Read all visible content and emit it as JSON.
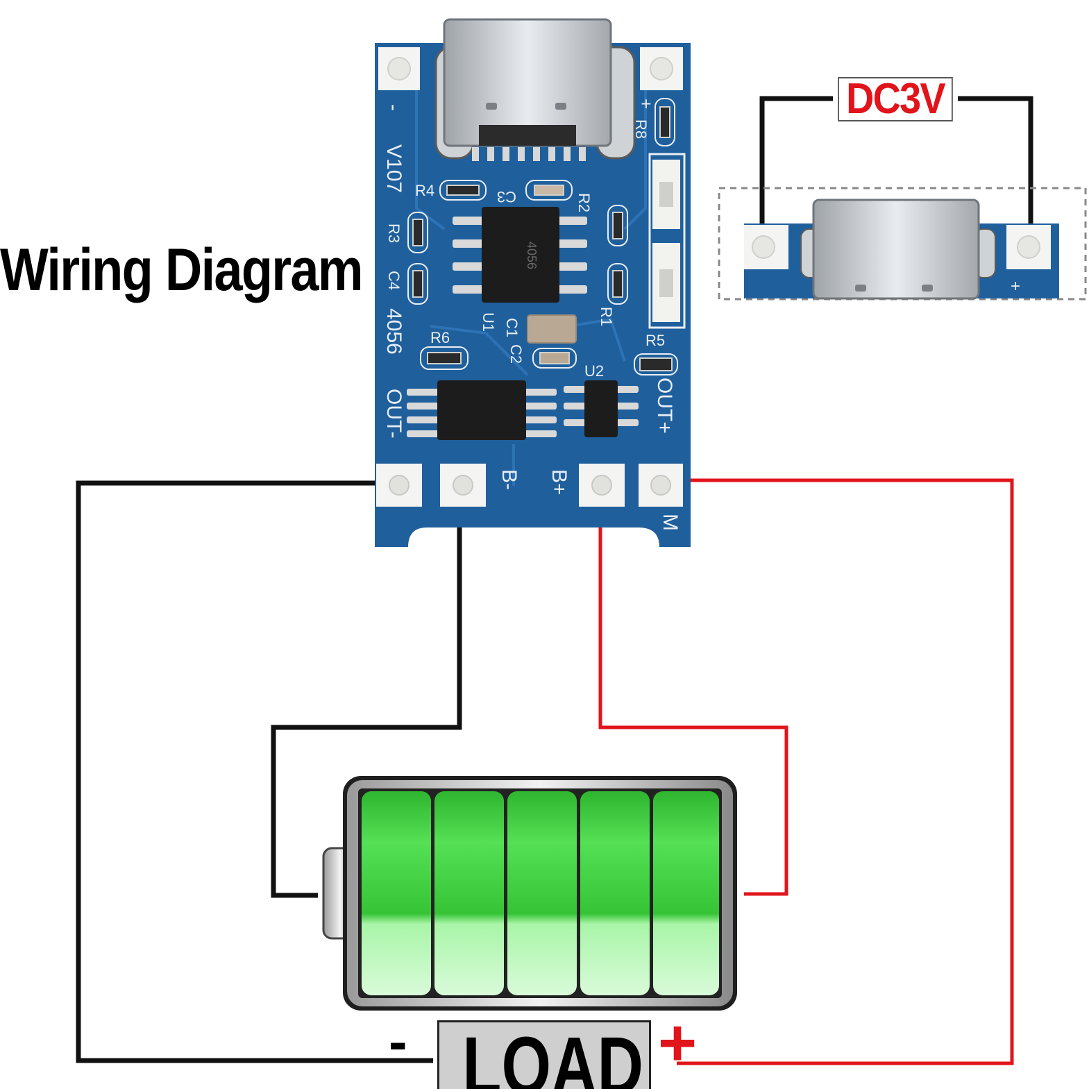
{
  "title": "Wiring Diagram",
  "dc_label": "DC3V",
  "load_label": "LOAD",
  "battery_terminals": {
    "negative": "-",
    "positive": "+"
  },
  "board": {
    "model_lines": [
      "V107",
      "4056"
    ],
    "pins": {
      "out_minus": "OUT-",
      "b_minus": "B-",
      "b_plus": "B+",
      "out_plus": "OUT+",
      "m": "M"
    },
    "components": [
      "R4",
      "C3",
      "R2",
      "R3",
      "C4",
      "U1",
      "C1",
      "R1",
      "R6",
      "C2",
      "U2",
      "R5",
      "R8"
    ],
    "chip_marking": "4056",
    "edge_signs": {
      "minus": "-",
      "plus": "+"
    }
  },
  "colors": {
    "wire_negative": "#111111",
    "wire_positive": "#e1141b",
    "board": "#1f5f9c",
    "battery_fill": "#3ccf3c",
    "label_red": "#e1141b"
  },
  "icons": {
    "battery": "battery-icon",
    "usb_connector": "usb-c-connector-icon",
    "chip": "ic-chip-icon"
  }
}
